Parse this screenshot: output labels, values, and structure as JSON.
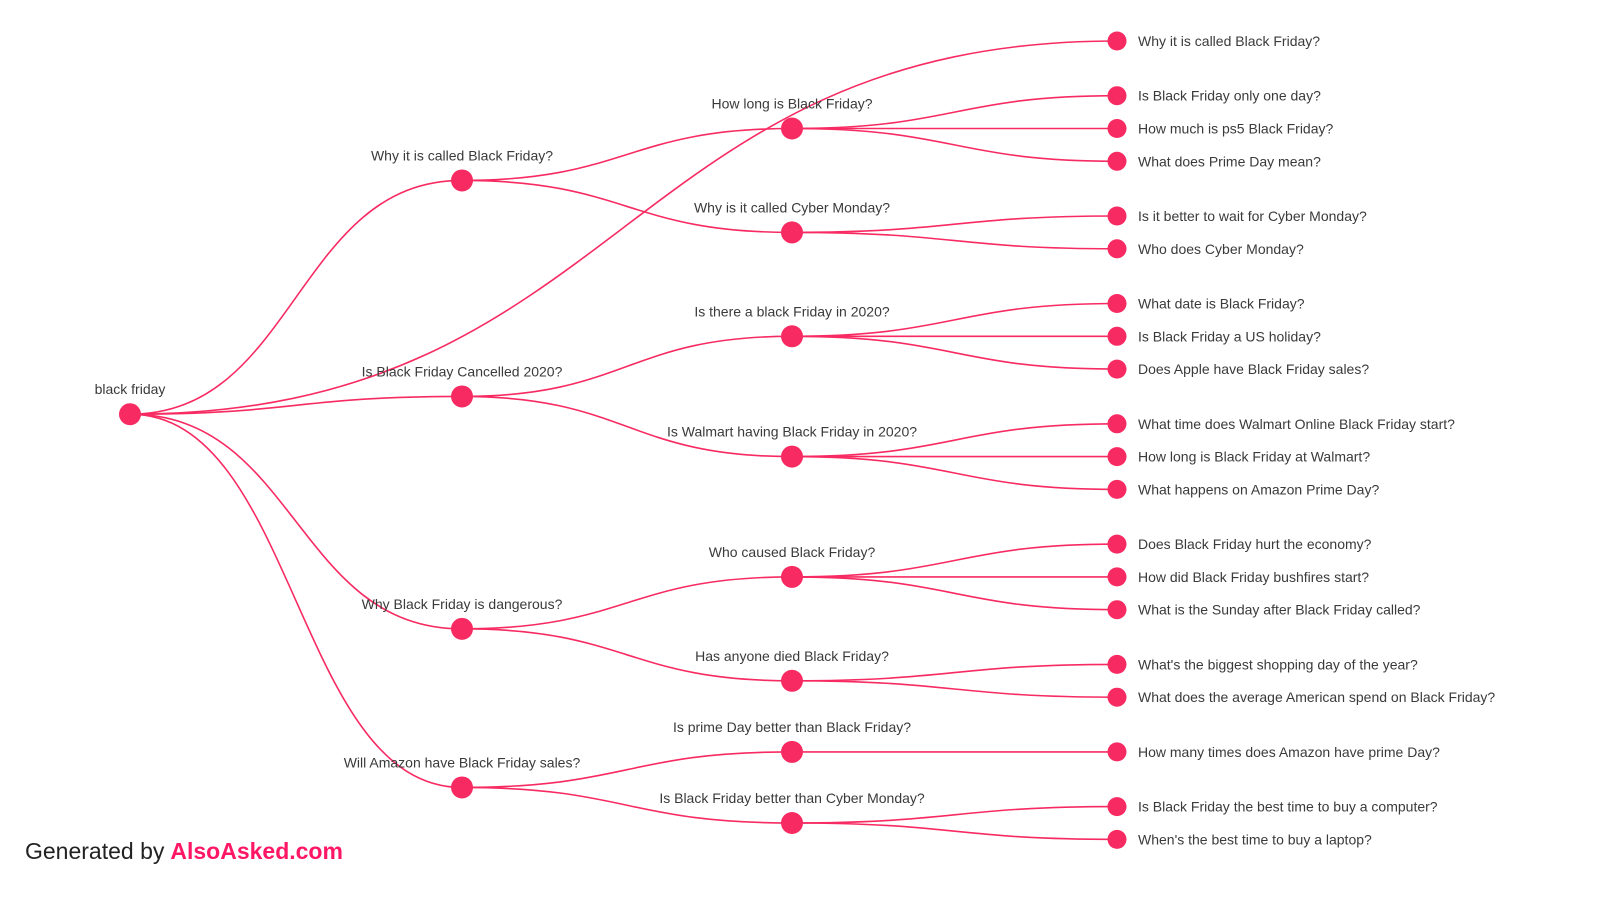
{
  "footer": {
    "prefix": "Generated by",
    "brand": "AlsoAsked.com"
  },
  "colors": {
    "accent": "#f72b62",
    "brand_link": "#ff1765",
    "label": "#3a3a3a",
    "background": "#ffffff"
  },
  "tree": {
    "label": "black friday",
    "children": [
      {
        "label": "Why it is called Black Friday?"
      },
      {
        "label": "Why it is called Black Friday?",
        "children": [
          {
            "label": "How long is Black Friday?",
            "children": [
              {
                "label": "Is Black Friday only one day?"
              },
              {
                "label": "How much is ps5 Black Friday?"
              },
              {
                "label": "What does Prime Day mean?"
              }
            ]
          },
          {
            "label": "Why is it called Cyber Monday?",
            "children": [
              {
                "label": "Is it better to wait for Cyber Monday?"
              },
              {
                "label": "Who does Cyber Monday?"
              }
            ]
          }
        ]
      },
      {
        "label": "Is Black Friday Cancelled 2020?",
        "children": [
          {
            "label": "Is there a black Friday in 2020?",
            "children": [
              {
                "label": "What date is Black Friday?"
              },
              {
                "label": "Is Black Friday a US holiday?"
              },
              {
                "label": "Does Apple have Black Friday sales?"
              }
            ]
          },
          {
            "label": "Is Walmart having Black Friday in 2020?",
            "children": [
              {
                "label": "What time does Walmart Online Black Friday start?"
              },
              {
                "label": "How long is Black Friday at Walmart?"
              },
              {
                "label": "What happens on Amazon Prime Day?"
              }
            ]
          }
        ]
      },
      {
        "label": "Why Black Friday is dangerous?",
        "children": [
          {
            "label": "Who caused Black Friday?",
            "children": [
              {
                "label": "Does Black Friday hurt the economy?"
              },
              {
                "label": "How did Black Friday bushfires start?"
              },
              {
                "label": "What is the Sunday after Black Friday called?"
              }
            ]
          },
          {
            "label": "Has anyone died Black Friday?",
            "children": [
              {
                "label": "What's the biggest shopping day of the year?"
              },
              {
                "label": "What does the average American spend on Black Friday?"
              }
            ]
          }
        ]
      },
      {
        "label": "Will Amazon have Black Friday sales?",
        "children": [
          {
            "label": "Is prime Day better than Black Friday?",
            "children": [
              {
                "label": "How many times does Amazon have prime Day?"
              }
            ]
          },
          {
            "label": "Is Black Friday better than Cyber Monday?",
            "children": [
              {
                "label": "Is Black Friday the best time to buy a computer?"
              },
              {
                "label": "When's the best time to buy a laptop?"
              }
            ]
          }
        ]
      }
    ]
  }
}
